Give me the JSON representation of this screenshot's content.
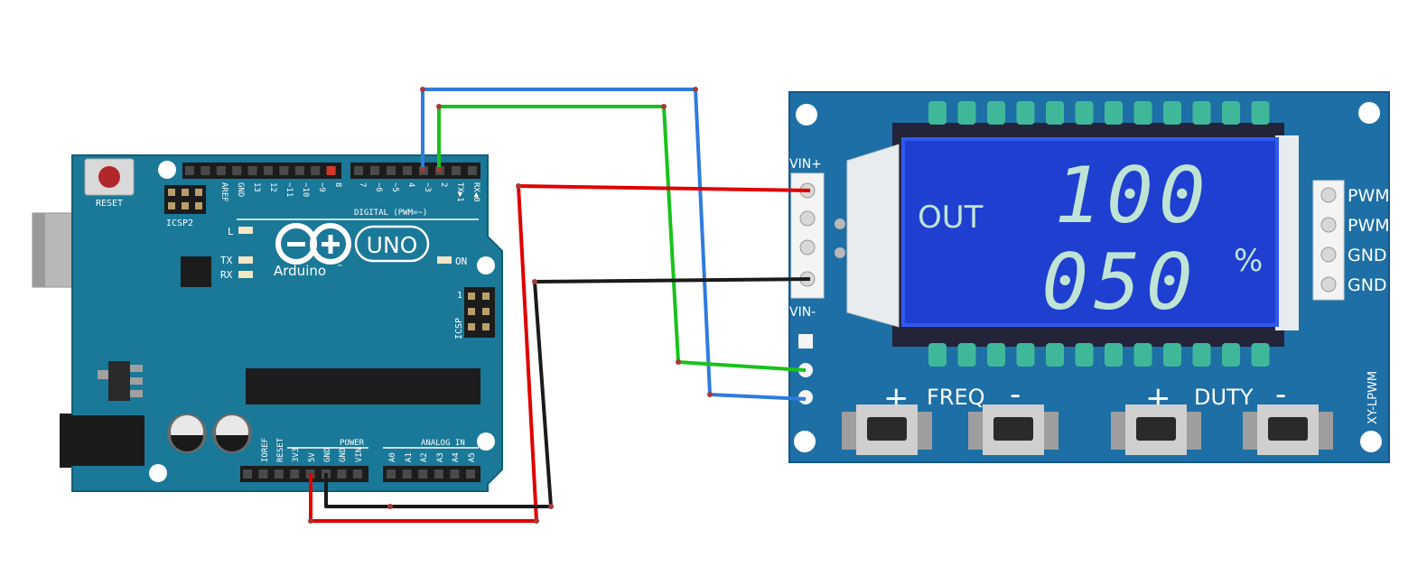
{
  "colors": {
    "arduino_board": "#1a7898",
    "module_board": "#1d6fa6",
    "lcd_blue": "#1e3fd0",
    "lcd_segment": "#bfe4d6",
    "wire_red": "#e00000",
    "wire_black": "#1a1a1a",
    "wire_green": "#18c21c",
    "wire_blue": "#2f7be0"
  },
  "arduino": {
    "reset_label": "RESET",
    "icsp2_label": "ICSP2",
    "icsp_label": "ICSP",
    "icsp_pin1": "1",
    "logo_text": "Arduino",
    "logo_tm": "™",
    "uno_label": "UNO",
    "led_l": "L",
    "led_tx": "TX",
    "led_rx": "RX",
    "led_on": "ON",
    "digital_label": "DIGITAL (PWM=~)",
    "power_label": "POWER",
    "analog_label": "ANALOG IN",
    "top_pins": [
      "AREF",
      "GND",
      "13",
      "12",
      "~11",
      "~10",
      "~9",
      "8",
      "7",
      "~6",
      "~5",
      "4",
      "~3",
      "2",
      "TX▶1",
      "RX◀0"
    ],
    "bottom_pins": [
      "IOREF",
      "RESET",
      "3V3",
      "5V",
      "GND",
      "GND",
      "VIN",
      "A0",
      "A1",
      "A2",
      "A3",
      "A4",
      "A5"
    ]
  },
  "module": {
    "vin_plus": "VIN+",
    "vin_minus": "VIN-",
    "lcd_out": "OUT",
    "lcd_freq_value": "100",
    "lcd_duty_value": "050",
    "lcd_percent": "%",
    "right_pins": [
      "PWM",
      "PWM",
      "GND",
      "GND"
    ],
    "freq_label": "FREQ",
    "duty_label": "DUTY",
    "plus": "+",
    "minus": "-",
    "model": "XY-LPWM"
  }
}
